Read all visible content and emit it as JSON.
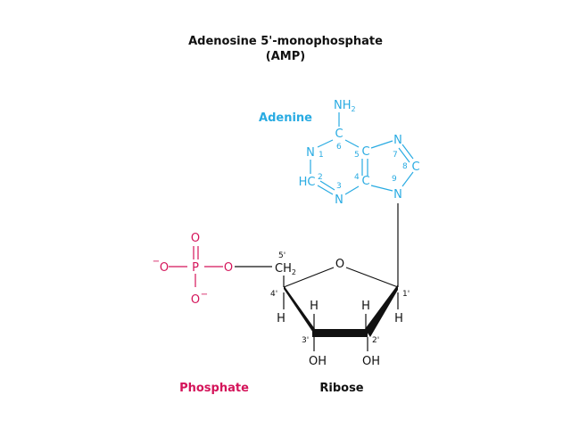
{
  "title": {
    "line1": "Adenosine 5'-monophosphate",
    "line2": "(AMP)"
  },
  "colors": {
    "adenine": "#29abe2",
    "phosphate": "#d4145a",
    "ribose": "#111111"
  },
  "labels": {
    "adenine": "Adenine",
    "phosphate": "Phosphate",
    "ribose": "Ribose"
  },
  "adenine": {
    "nh2_main": "NH",
    "nh2_sub": "2",
    "c6": "C",
    "n1": "N",
    "c2": "HC",
    "n3": "N",
    "c4": "C",
    "c5": "C",
    "n7": "N",
    "c8": "C",
    "n9": "N",
    "num_1": "1",
    "num_2": "2",
    "num_3": "3",
    "num_4": "4",
    "num_5": "5",
    "num_6": "6",
    "num_7": "7",
    "num_8": "8",
    "num_9": "9"
  },
  "phosphate": {
    "o_top": "O",
    "o_left_charge": "−",
    "o_left": "O",
    "p": "P",
    "o_bridge": "O",
    "o_bottom": "O",
    "o_bottom_charge": "−"
  },
  "ribose": {
    "ch2_main": "CH",
    "ch2_sub": "2",
    "ring_o": "O",
    "prime_5": "5'",
    "prime_4": "4'",
    "prime_3": "3'",
    "prime_2": "2'",
    "prime_1": "1'",
    "h4": "H",
    "h3": "H",
    "h2": "H",
    "h1": "H",
    "oh3": "OH",
    "oh2": "OH"
  }
}
